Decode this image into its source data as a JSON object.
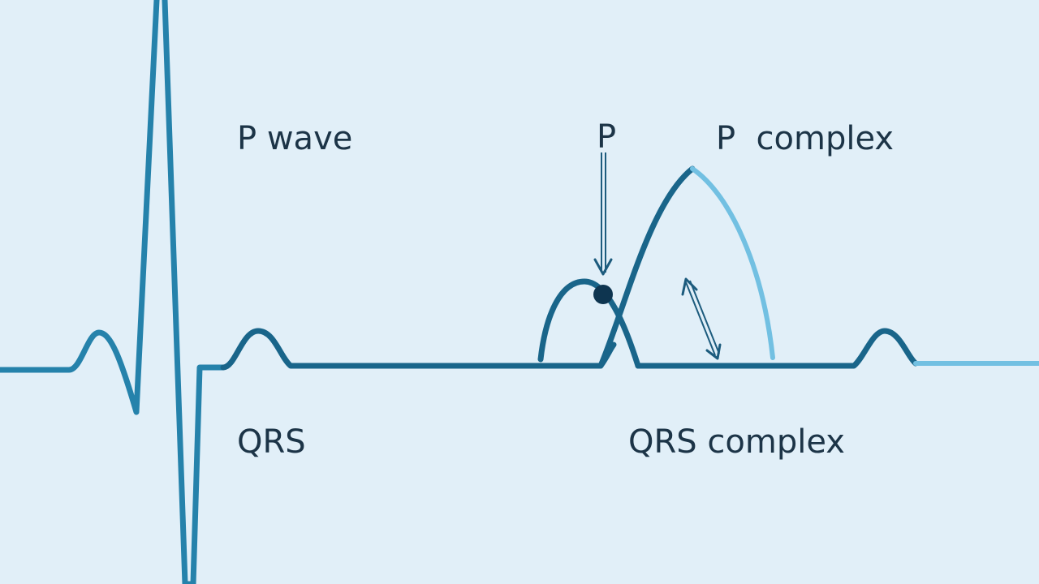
{
  "labels": {
    "p_wave": "P wave",
    "p_marker": "P",
    "p_complex": "P  complex",
    "qrs": "QRS",
    "qrs_complex": "QRS complex"
  },
  "colors": {
    "background": "#e1eff8",
    "trace_dark": "#19658a",
    "trace_mid": "#2582ab",
    "trace_light": "#72c0e2",
    "text": "#1c3447",
    "marker": "#0e3550"
  }
}
